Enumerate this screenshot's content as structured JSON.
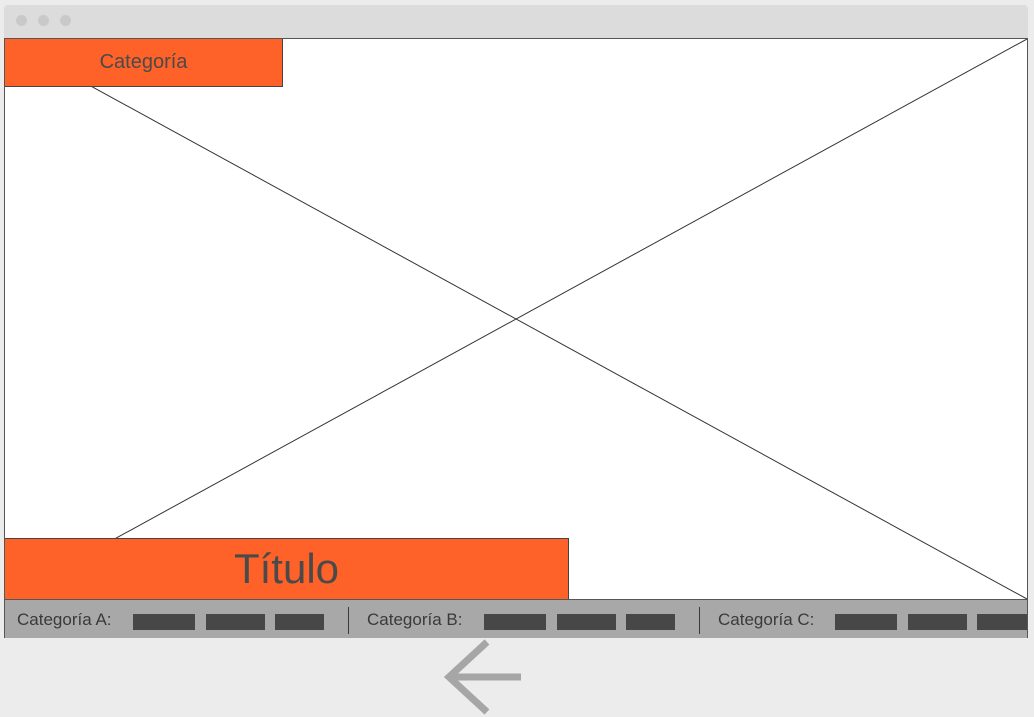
{
  "window": {
    "controls": [
      "close",
      "minimize",
      "maximize"
    ]
  },
  "hero": {
    "image_icon": "image-placeholder-icon",
    "category_label": "Categoría",
    "title": "Título"
  },
  "tags": [
    {
      "label": "Categoría A:",
      "item_count": 3
    },
    {
      "label": "Categoría B:",
      "item_count": 3
    },
    {
      "label": "Categoría C:",
      "item_count": 3
    }
  ],
  "navigation": {
    "back_icon": "arrow-left-icon"
  },
  "colors": {
    "accent": "#ff6228",
    "tags_bar": "#a8a8a8",
    "pill": "#474747",
    "chrome": "#dcdcdc",
    "background": "#ececec"
  }
}
